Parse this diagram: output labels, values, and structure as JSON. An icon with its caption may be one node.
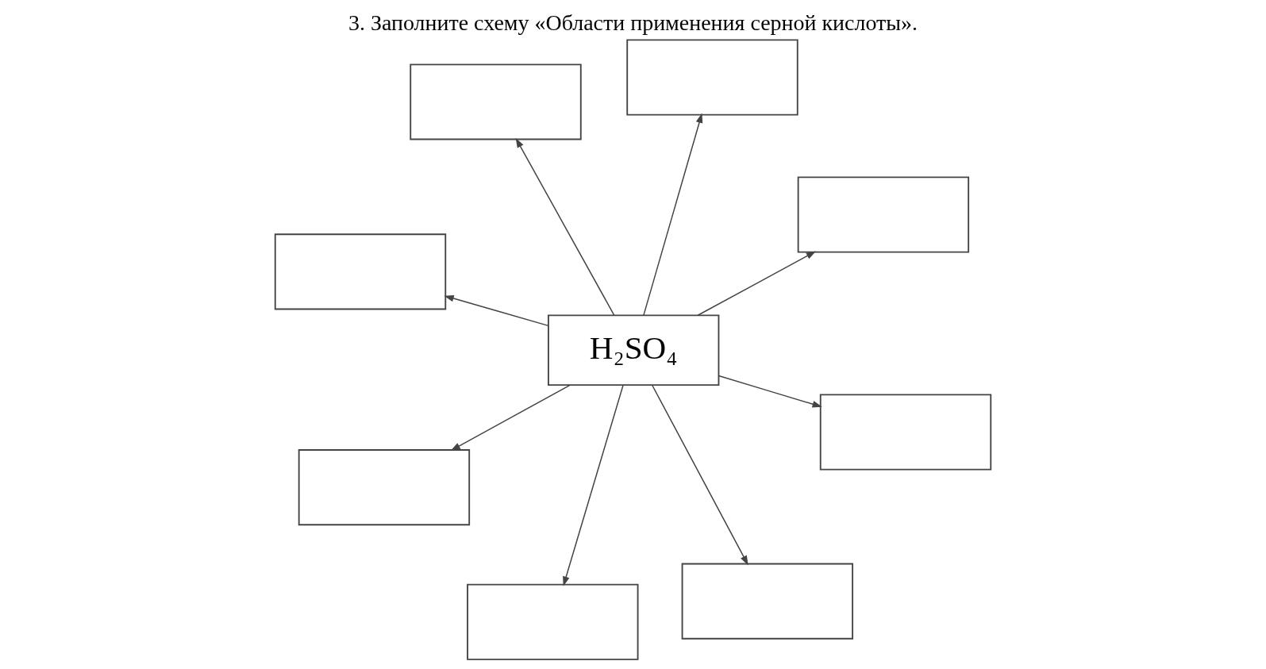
{
  "diagram": {
    "title": "3. Заполните схему «Области применения серной кислоты».",
    "nodes": [
      {
        "text": [],
        "shape": "box"
      },
      {
        "text": [],
        "shape": "box"
      },
      {
        "text": [],
        "shape": "box"
      },
      {
        "text": [],
        "shape": "box"
      },
      {
        "text": [
          "H₂SO₄"
        ]
      },
      {
        "text": [],
        "shape": "box"
      },
      {
        "text": [],
        "shape": "box"
      },
      {
        "text": [],
        "shape": "box"
      },
      {
        "text": [],
        "shape": "box"
      }
    ],
    "edges": [
      {
        "from": 4,
        "to": 0,
        "arrow": "to"
      },
      {
        "from": 4,
        "to": 1,
        "arrow": "to"
      },
      {
        "from": 4,
        "to": 2,
        "arrow": "to"
      },
      {
        "from": 4,
        "to": 3,
        "arrow": "to"
      },
      {
        "from": 4,
        "to": 5,
        "arrow": "to"
      },
      {
        "from": 4,
        "to": 6,
        "arrow": "to"
      },
      {
        "from": 4,
        "to": 7,
        "arrow": "to"
      },
      {
        "from": 4,
        "to": 8,
        "arrow": "to"
      }
    ]
  }
}
